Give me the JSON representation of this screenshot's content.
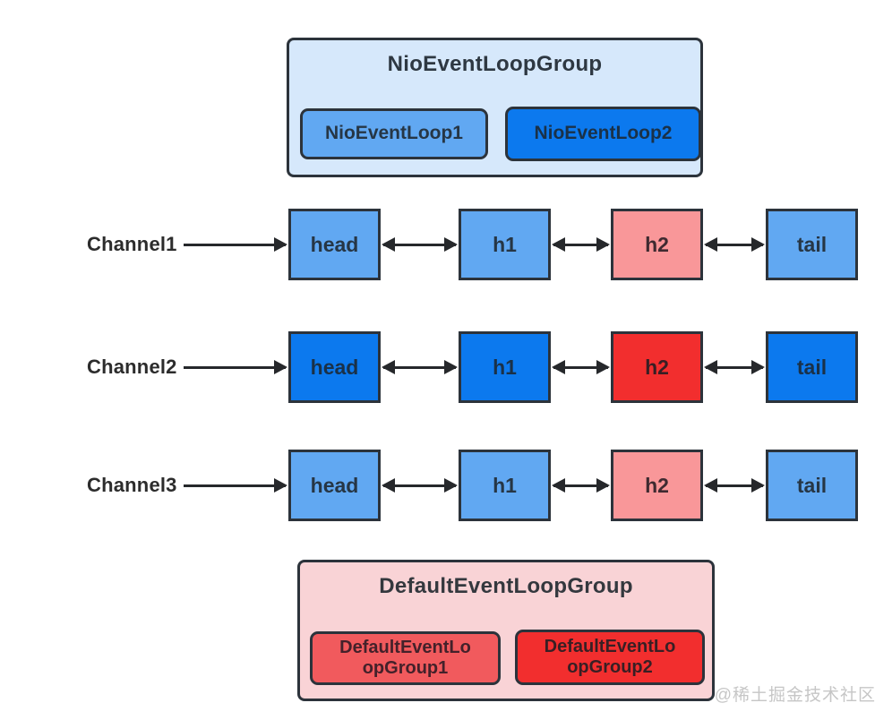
{
  "nio_event_loop_group": {
    "title": "NioEventLoopGroup",
    "loops": [
      {
        "label": "NioEventLoop1",
        "variant": "light-blue"
      },
      {
        "label": "NioEventLoop2",
        "variant": "bright-blue"
      }
    ]
  },
  "channels": [
    {
      "label": "Channel1",
      "nodes": [
        {
          "label": "head",
          "variant": "light-blue"
        },
        {
          "label": "h1",
          "variant": "light-blue"
        },
        {
          "label": "h2",
          "variant": "light-red"
        },
        {
          "label": "tail",
          "variant": "light-blue"
        }
      ]
    },
    {
      "label": "Channel2",
      "nodes": [
        {
          "label": "head",
          "variant": "bright-blue"
        },
        {
          "label": "h1",
          "variant": "bright-blue"
        },
        {
          "label": "h2",
          "variant": "bright-red"
        },
        {
          "label": "tail",
          "variant": "bright-blue"
        }
      ]
    },
    {
      "label": "Channel3",
      "nodes": [
        {
          "label": "head",
          "variant": "light-blue"
        },
        {
          "label": "h1",
          "variant": "light-blue"
        },
        {
          "label": "h2",
          "variant": "light-red"
        },
        {
          "label": "tail",
          "variant": "light-blue"
        }
      ]
    }
  ],
  "default_event_loop_group": {
    "title": "DefaultEventLoopGroup",
    "loops": [
      {
        "label": "DefaultEventLoopGroup1",
        "variant": "medium-red"
      },
      {
        "label": "DefaultEventLoopGroup2",
        "variant": "bright-red"
      }
    ]
  },
  "watermark": {
    "text": "@稀土掘金技术社区"
  },
  "colors": {
    "light-blue": "#61a8f2",
    "bright-blue": "#0c79ee",
    "light-red": "#f99799",
    "bright-red": "#f22e2e",
    "medium-red": "#f15a5d",
    "nio-group-bg": "#d6e8fb",
    "default-group-bg": "#f9d3d6",
    "border": "#2c333b",
    "arrow": "#26282b"
  }
}
